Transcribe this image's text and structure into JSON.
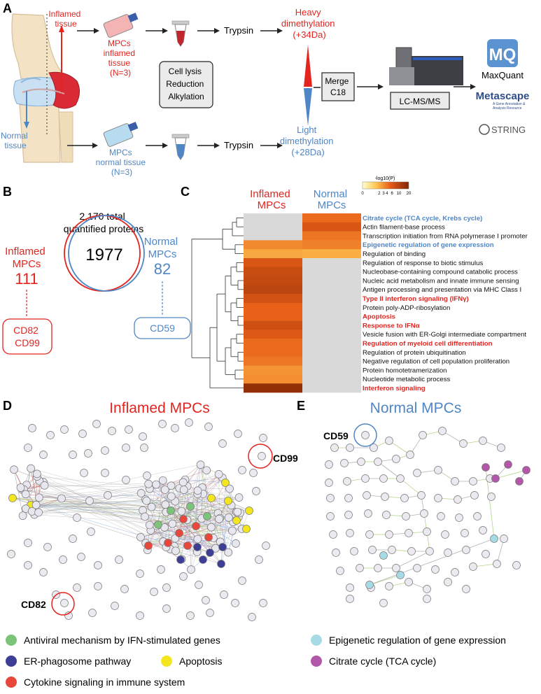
{
  "panels": {
    "A": "A",
    "B": "B",
    "C": "C",
    "D": "D",
    "E": "E"
  },
  "panelA": {
    "inflamed_tissue": [
      "Inflamed",
      "tissue"
    ],
    "normal_tissue": [
      "Normal",
      "tissue"
    ],
    "mpcs_inflamed": [
      "MPCs",
      "inflamed",
      "tissue",
      "(N=3)"
    ],
    "mpcs_normal": [
      "MPCs",
      "normal tissue",
      "(N=3)"
    ],
    "trypsin_top": "Trypsin",
    "trypsin_bottom": "Trypsin",
    "cell_lysis": [
      "Cell lysis",
      "Reduction",
      "Alkylation"
    ],
    "heavy": [
      "Heavy",
      "dimethylation",
      "(+34Da)"
    ],
    "light": [
      "Light",
      "dimethylation",
      "(+28Da)"
    ],
    "merge": [
      "Merge",
      "C18"
    ],
    "lcms": "LC-MS/MS",
    "maxquant_logo": "MQ",
    "maxquant": "MaxQuant",
    "metascape": "Metascape",
    "metascape_sub": [
      "A Gene Annotation &",
      "Analysis Resource"
    ],
    "string": "STRING"
  },
  "panelB": {
    "total": [
      "2,170 total",
      "quantified proteins"
    ],
    "inflamed_label": [
      "Inflamed",
      "MPCs"
    ],
    "inflamed_count": "111",
    "normal_label": [
      "Normal",
      "MPCs"
    ],
    "normal_count": "82",
    "overlap": "1977",
    "inflamed_markers": [
      "CD82",
      "CD99"
    ],
    "normal_markers": [
      "CD59"
    ]
  },
  "panelC": {
    "col_inflamed": [
      "Inflamed",
      "MPCs"
    ],
    "col_normal": [
      "Normal",
      "MPCs"
    ],
    "legend_title": "-log10(P)",
    "legend_ticks": [
      "0",
      "2",
      "3",
      "4",
      "6",
      "10",
      "20"
    ],
    "rows": [
      {
        "term": "Citrate cycle (TCA cycle, Krebs cycle)",
        "inflamed": null,
        "normal": 4.5,
        "style": "blue"
      },
      {
        "term": "Actin filament-base process",
        "inflamed": null,
        "normal": 6.5,
        "style": "black"
      },
      {
        "term": "Transcription initiation from RNA polymerase I promoter",
        "inflamed": null,
        "normal": 4.0,
        "style": "black"
      },
      {
        "term": "Epigenetic regulation of gene expression",
        "inflamed": 3.2,
        "normal": 3.5,
        "style": "blue"
      },
      {
        "term": "Regulation of binding",
        "inflamed": 2.2,
        "normal": 2.0,
        "style": "black"
      },
      {
        "term": "Regulation of response to biotic stimulus",
        "inflamed": 6.5,
        "normal": null,
        "style": "black"
      },
      {
        "term": "Nucleobase-containing compound catabolic process",
        "inflamed": 8.0,
        "normal": null,
        "style": "black"
      },
      {
        "term": "Nucleic acid metabolism and innate immune sensing",
        "inflamed": 8.5,
        "normal": null,
        "style": "black"
      },
      {
        "term": "Antigen processing and presentation via MHC Class I",
        "inflamed": 9.5,
        "normal": null,
        "style": "black"
      },
      {
        "term": "Type II interferon signaling (IFNγ)",
        "inflamed": 7.0,
        "normal": null,
        "style": "red"
      },
      {
        "term": "Protein poly-ADP-ribosylation",
        "inflamed": 5.0,
        "normal": null,
        "style": "black"
      },
      {
        "term": "Apoptosis",
        "inflamed": 5.0,
        "normal": null,
        "style": "red"
      },
      {
        "term": "Response to IFNα",
        "inflamed": 7.5,
        "normal": null,
        "style": "red"
      },
      {
        "term": "Vesicle fusion with ER-Golgi intermediate compartment",
        "inflamed": 6.0,
        "normal": null,
        "style": "black"
      },
      {
        "term": "Regulation of myeloid cell differentiation",
        "inflamed": 4.5,
        "normal": null,
        "style": "red"
      },
      {
        "term": "Regulation of protein ubiquitination",
        "inflamed": 4.5,
        "normal": null,
        "style": "black"
      },
      {
        "term": "Negative regulation of cell population proliferation",
        "inflamed": 4.0,
        "normal": null,
        "style": "black"
      },
      {
        "term": "Protein homotetramerization",
        "inflamed": 2.8,
        "normal": null,
        "style": "black"
      },
      {
        "term": "Nucleotide metabolic process",
        "inflamed": 3.0,
        "normal": null,
        "style": "black"
      },
      {
        "term": "Interferon signaling",
        "inflamed": 16.0,
        "normal": null,
        "style": "red"
      }
    ]
  },
  "panelD": {
    "title": "Inflamed MPCs",
    "cd99": "CD99",
    "cd82": "CD82"
  },
  "panelE": {
    "title": "Normal MPCs",
    "cd59": "CD59"
  },
  "legend": [
    {
      "label": "Antiviral mechanism by IFN-stimulated genes",
      "color": "#7cc47a"
    },
    {
      "label": "ER-phagosome pathway",
      "color": "#3c3f95"
    },
    {
      "label": "Apoptosis",
      "color": "#f3e61f"
    },
    {
      "label": "Cytokine signaling in immune system",
      "color": "#e8483c"
    },
    {
      "label": "Epigenetic regulation of gene expression",
      "color": "#a6dbe6"
    },
    {
      "label": "Citrate cycle (TCA cycle)",
      "color": "#b358a8"
    }
  ],
  "colors": {
    "red": "#e3241f",
    "blue": "#4f86c6",
    "grey_cell": "#d9d9d9"
  }
}
